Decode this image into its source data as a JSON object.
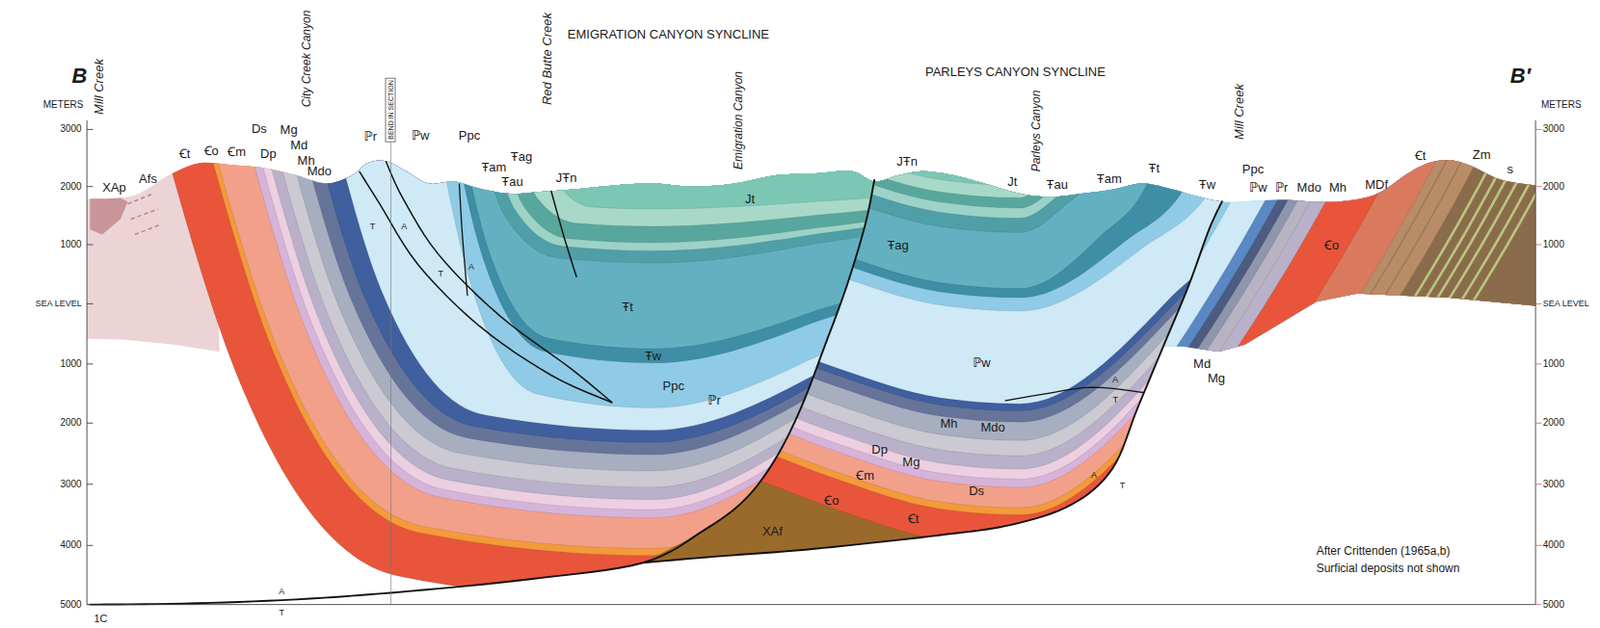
{
  "diagram": {
    "labels": [
      "B",
      "METERS",
      "3000",
      "2000",
      "1000",
      "SEA LEVEL",
      "1000",
      "2000",
      "3000",
      "4000",
      "5000",
      "1C",
      "B′",
      "METERS",
      "3000",
      "2000",
      "1000",
      "SEA LEVEL",
      "1000",
      "2000",
      "3000",
      "4000",
      "5000",
      "Mill Creek",
      "City Creek Canyon",
      "BEND IN SECTION",
      "Red Butte Creek",
      "EMIGRATION CANYON SYNCLINE",
      "Emigration Canyon",
      "PARLEYS CANYON SYNCLINE",
      "Parleys Canyon",
      "Mill Creek",
      "XAp",
      "Afs",
      "Ꞓt",
      "Ꞓo",
      "Ꞓm",
      "Ds",
      "Dp",
      "Mg",
      "Md",
      "Mh",
      "Mdo",
      "ℙr",
      "ℙw",
      "Ppc",
      "Ŧam",
      "Ŧag",
      "Ŧau",
      "JŦn",
      "Jt",
      "JŦn",
      "Jt",
      "Ŧau",
      "Ŧam",
      "Ŧt",
      "Ŧw",
      "Ppc",
      "ℙw",
      "ℙr",
      "Mdo",
      "Mh",
      "MDf",
      "Ꞓt",
      "Zm",
      "s",
      "Ŧt",
      "Ŧw",
      "Ppc",
      "ℙr",
      "Ŧag",
      "ℙw",
      "Mh",
      "Mdo",
      "Dp",
      "Mg",
      "Ꞓm",
      "Ds",
      "Ꞓo",
      "Ꞓt",
      "XAf",
      "Ꞓo",
      "Md",
      "Mg",
      "T",
      "A",
      "T",
      "A",
      "A",
      "T",
      "A",
      "T",
      "A",
      "T",
      "After Crittenden (1965a,b)",
      "Surficial deposits not shown"
    ]
  }
}
